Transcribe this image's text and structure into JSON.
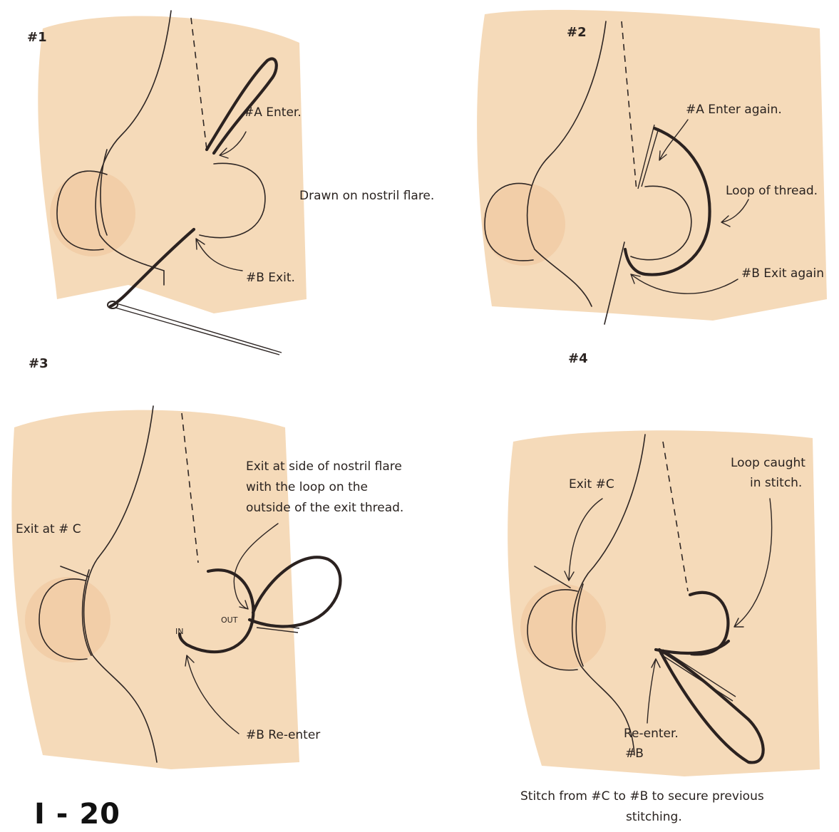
{
  "panels": [
    {
      "number": "#1",
      "labels": {
        "enter": "#A  Enter.",
        "note": "Drawn on nostril flare.",
        "exit": "#B Exit."
      }
    },
    {
      "number": "#2",
      "labels": {
        "enter": "#A  Enter again.",
        "loop": "Loop of thread.",
        "exit": "#B Exit again"
      }
    },
    {
      "number": "#3",
      "labels": {
        "exit_c": "Exit at # C",
        "note_line1": "Exit at side of nostril flare",
        "note_line2": "with the loop on the",
        "note_line3": "outside of the exit thread.",
        "out": "OUT",
        "in": "IN",
        "reenter": "#B Re-enter"
      }
    },
    {
      "number": "#4",
      "labels": {
        "exit_c": "Exit #C",
        "loop_line1": "Loop caught",
        "loop_line2": "in stitch.",
        "reenter_line1": "Re-enter.",
        "reenter_line2": "#B"
      }
    }
  ],
  "caption_line1": "Stitch from #C to #B to secure previous",
  "caption_line2": "stitching.",
  "page_number": "I - 20",
  "colors": {
    "skin": "#f3d4ad",
    "ink": "#2e2624",
    "thread": "#2b2220"
  }
}
